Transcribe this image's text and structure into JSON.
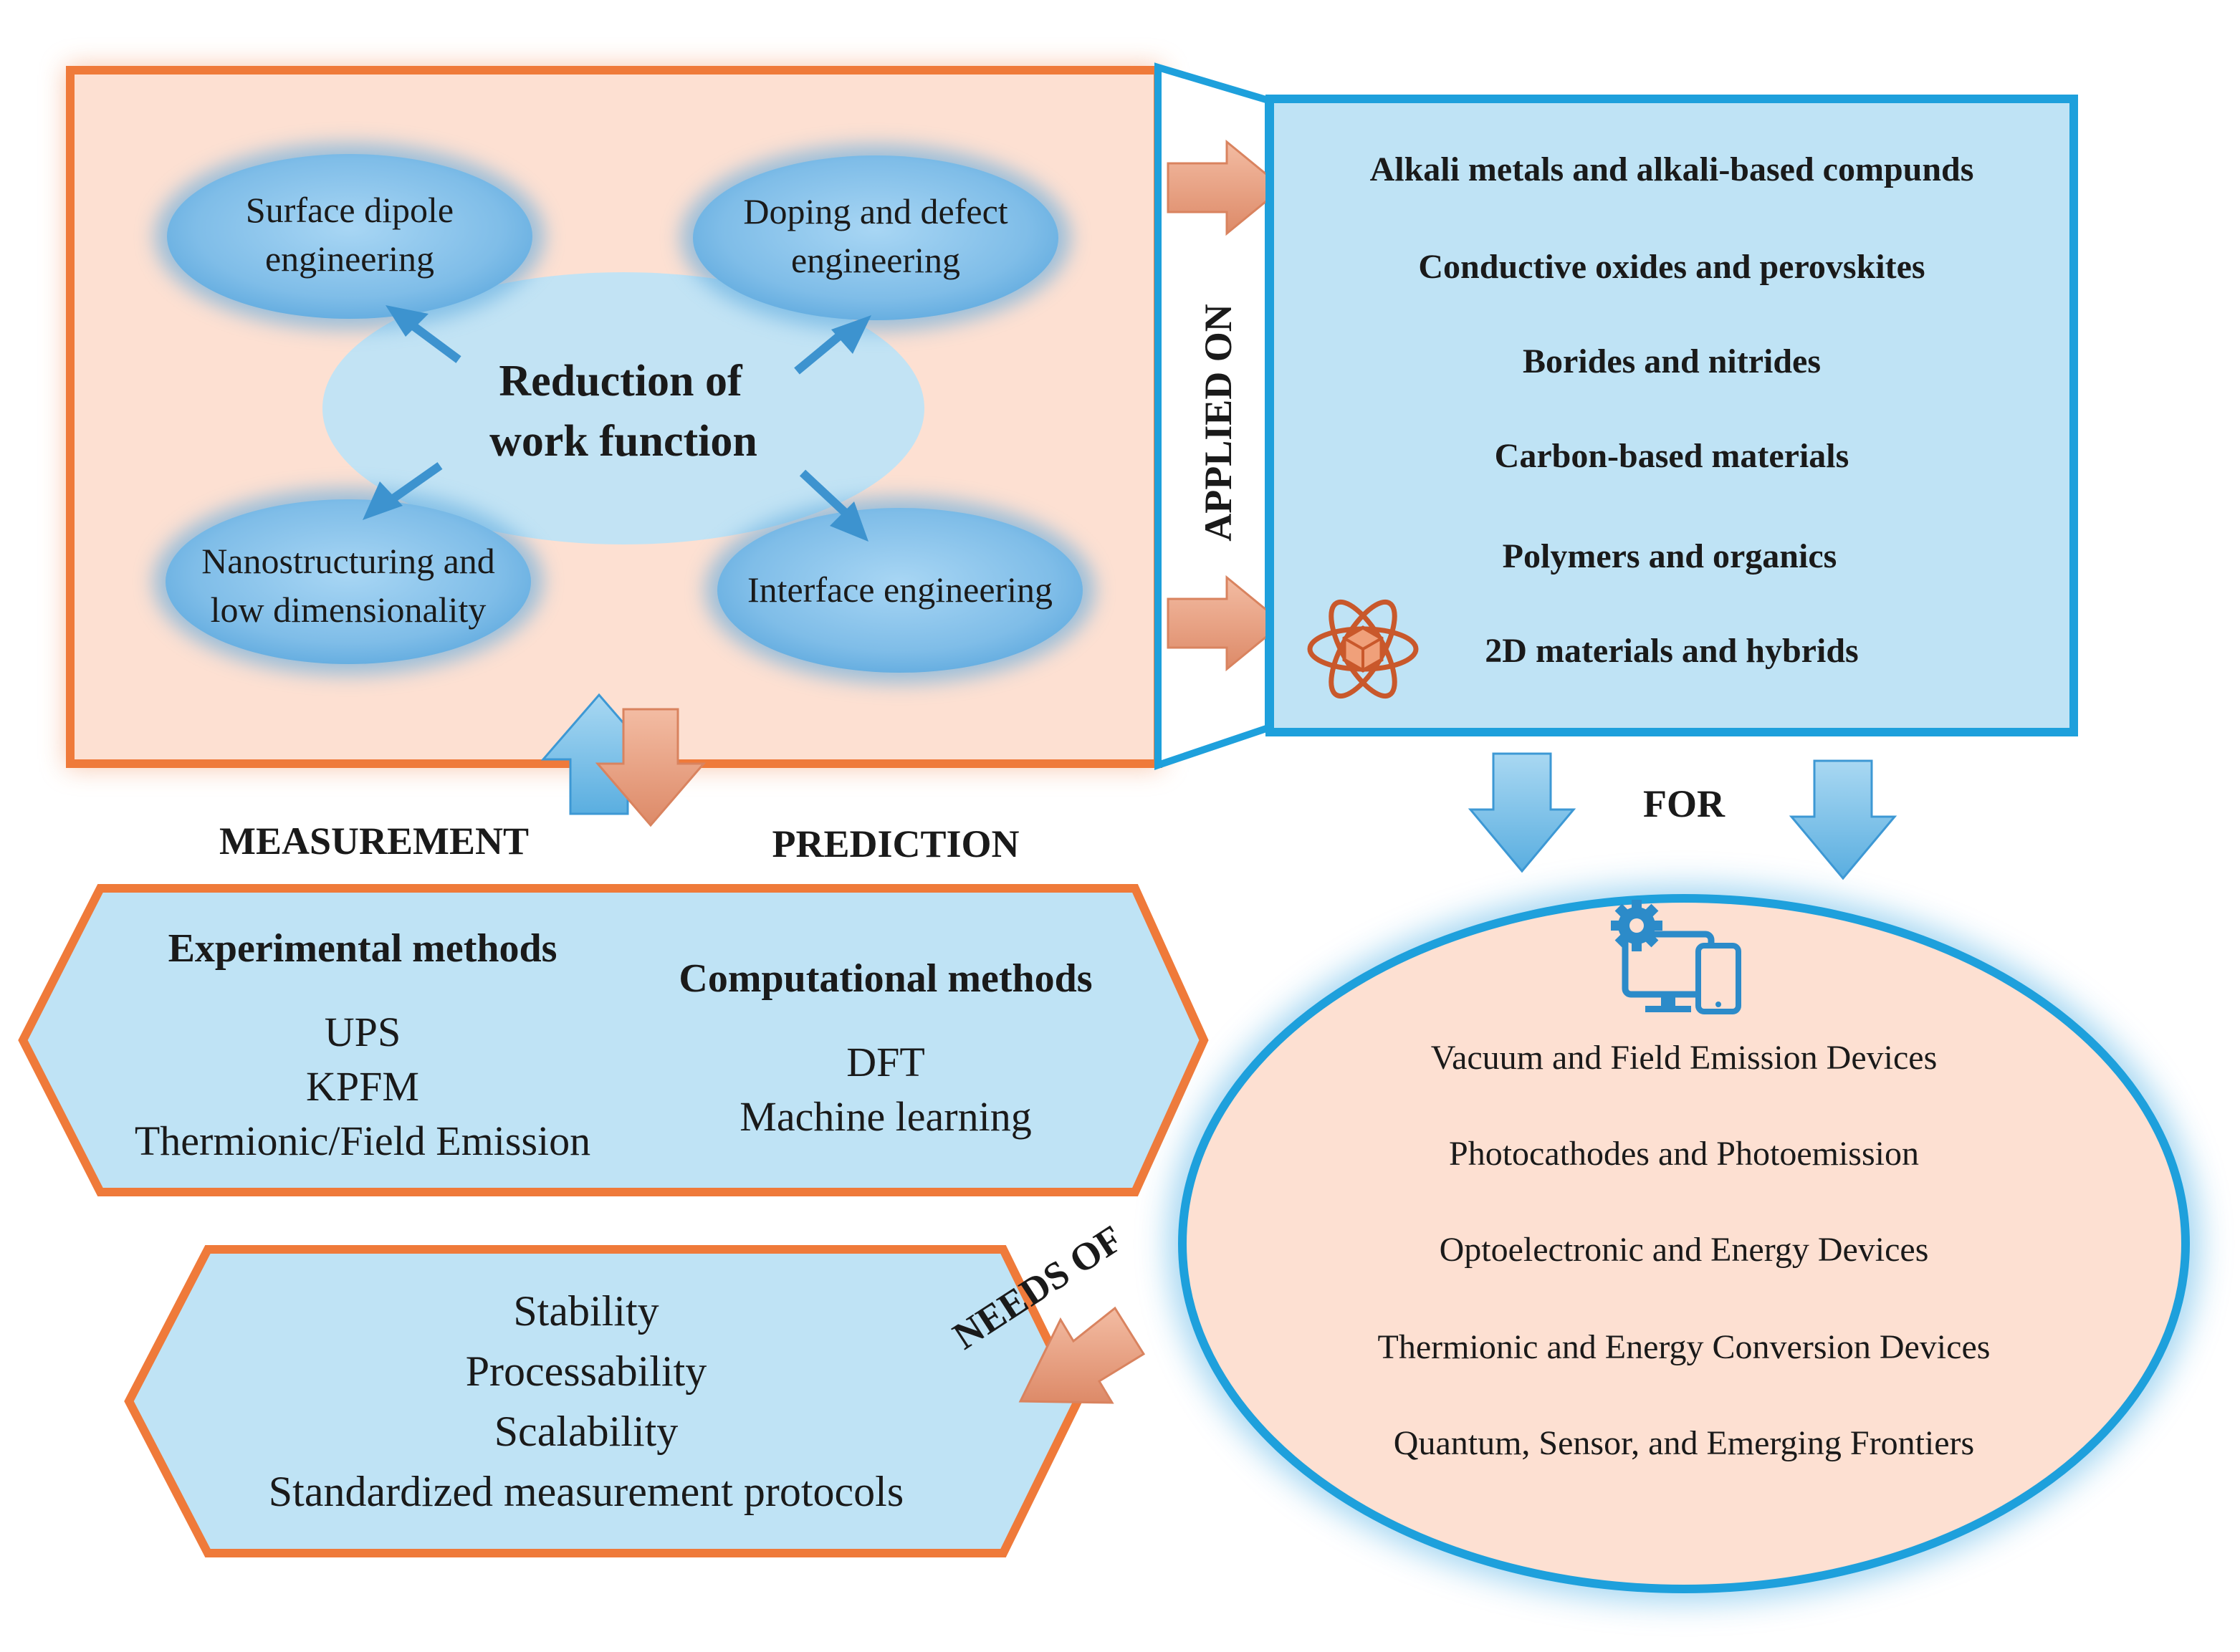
{
  "center_topic": {
    "line1": "Reduction of",
    "line2": "work function"
  },
  "strategies": [
    {
      "line1": "Surface dipole",
      "line2": "engineering"
    },
    {
      "line1": "Doping and defect",
      "line2": "engineering"
    },
    {
      "line1": "Nanostructuring and",
      "line2": "low dimensionality"
    },
    {
      "line1": "Interface engineering",
      "line2": ""
    }
  ],
  "labels": {
    "applied_on": "APPLIED ON",
    "for": "FOR",
    "measurement": "MEASUREMENT",
    "prediction": "PREDICTION",
    "needs_of": "NEEDS OF"
  },
  "materials": [
    "Alkali metals and alkali-based compunds",
    "Conductive oxides and perovskites",
    "Borides and nitrides",
    "Carbon-based materials",
    "Polymers and organics",
    "2D materials and hybrids"
  ],
  "methods": {
    "experimental": {
      "heading": "Experimental methods",
      "items": [
        "UPS",
        "KPFM",
        "Thermionic/Field Emission"
      ]
    },
    "computational": {
      "heading": "Computational methods",
      "items": [
        "DFT",
        "Machine learning"
      ]
    }
  },
  "devices": [
    "Vacuum and Field Emission Devices",
    "Photocathodes and Photoemission",
    "Optoelectronic and Energy Devices",
    "Thermionic and Energy Conversion Devices",
    "Quantum, Sensor, and Emerging Frontiers"
  ],
  "needs": [
    "Stability",
    "Processability",
    "Scalability",
    "Standardized measurement protocols"
  ],
  "colors": {
    "orange_border": "#ef7a3a",
    "peach_fill": "#fde0d2",
    "blue_border": "#1ea0dc",
    "light_blue_fill": "#bfe3f5",
    "oval_blue": "#86c2ea",
    "arrow_peach": "#e9a083",
    "arrow_blue": "#7cc0e6"
  },
  "icons": [
    "atom-cube-icon",
    "gear-devices-icon"
  ]
}
